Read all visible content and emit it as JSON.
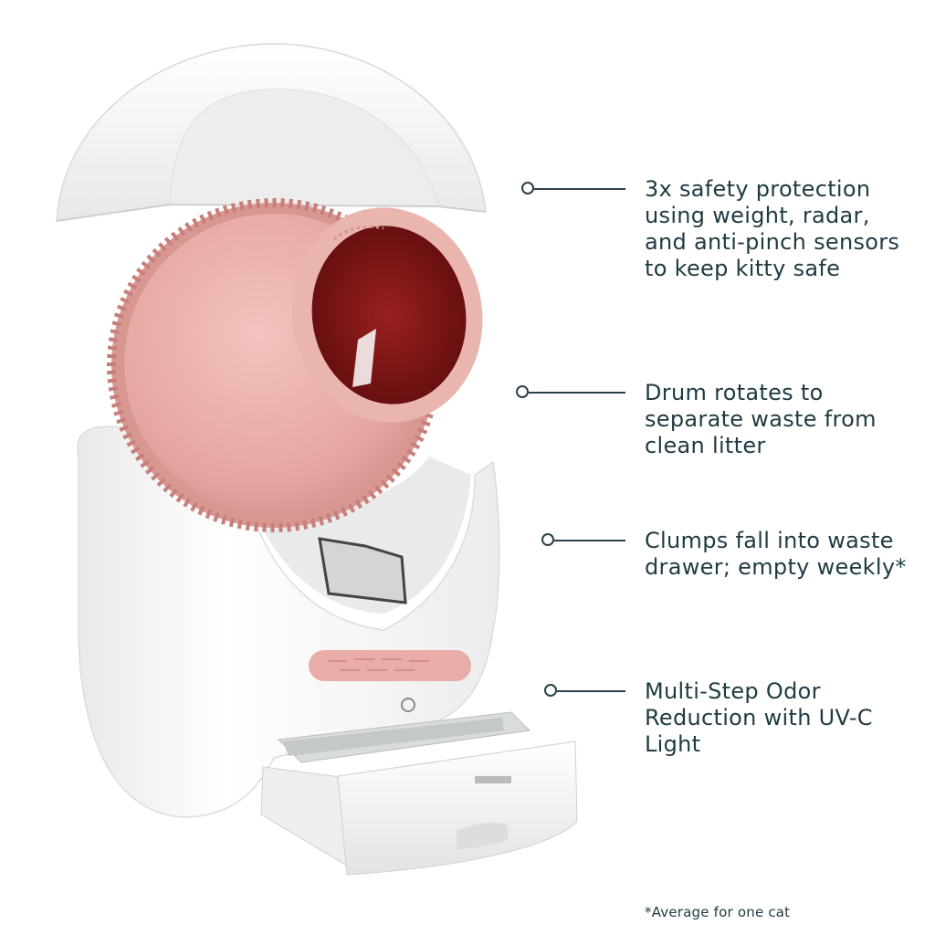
{
  "product": {
    "image_label": "cat-litter-box-exploded-view"
  },
  "callouts": [
    {
      "text": "3x safety protection using weight, radar, and anti-pinch sensors to keep kitty safe"
    },
    {
      "text": "Drum rotates to separate waste from clean litter"
    },
    {
      "text": "Clumps fall into waste drawer; empty weekly*"
    },
    {
      "text": "Multi-Step Odor Reduction with UV-C Light"
    }
  ],
  "footnote": "*Average for one cat",
  "colors": {
    "text": "#1f3a42",
    "line": "#2a4149",
    "drum_pink": "#e8aaa6",
    "drum_interior": "#7a1414",
    "body_white": "#f7f7f7"
  }
}
